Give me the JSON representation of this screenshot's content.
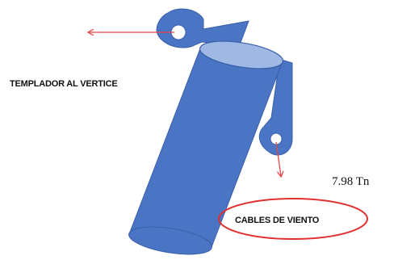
{
  "labels": {
    "templador": "TEMPLADOR AL VERTICE",
    "cables": "CABLES DE VIENTO",
    "force": "7.98 Tn"
  },
  "colors": {
    "body": "#4a74c4",
    "body_dark": "#3a5fa8",
    "top_face": "#9fb8e4",
    "arrow": "#e64646",
    "ellipse": "#e03030"
  }
}
